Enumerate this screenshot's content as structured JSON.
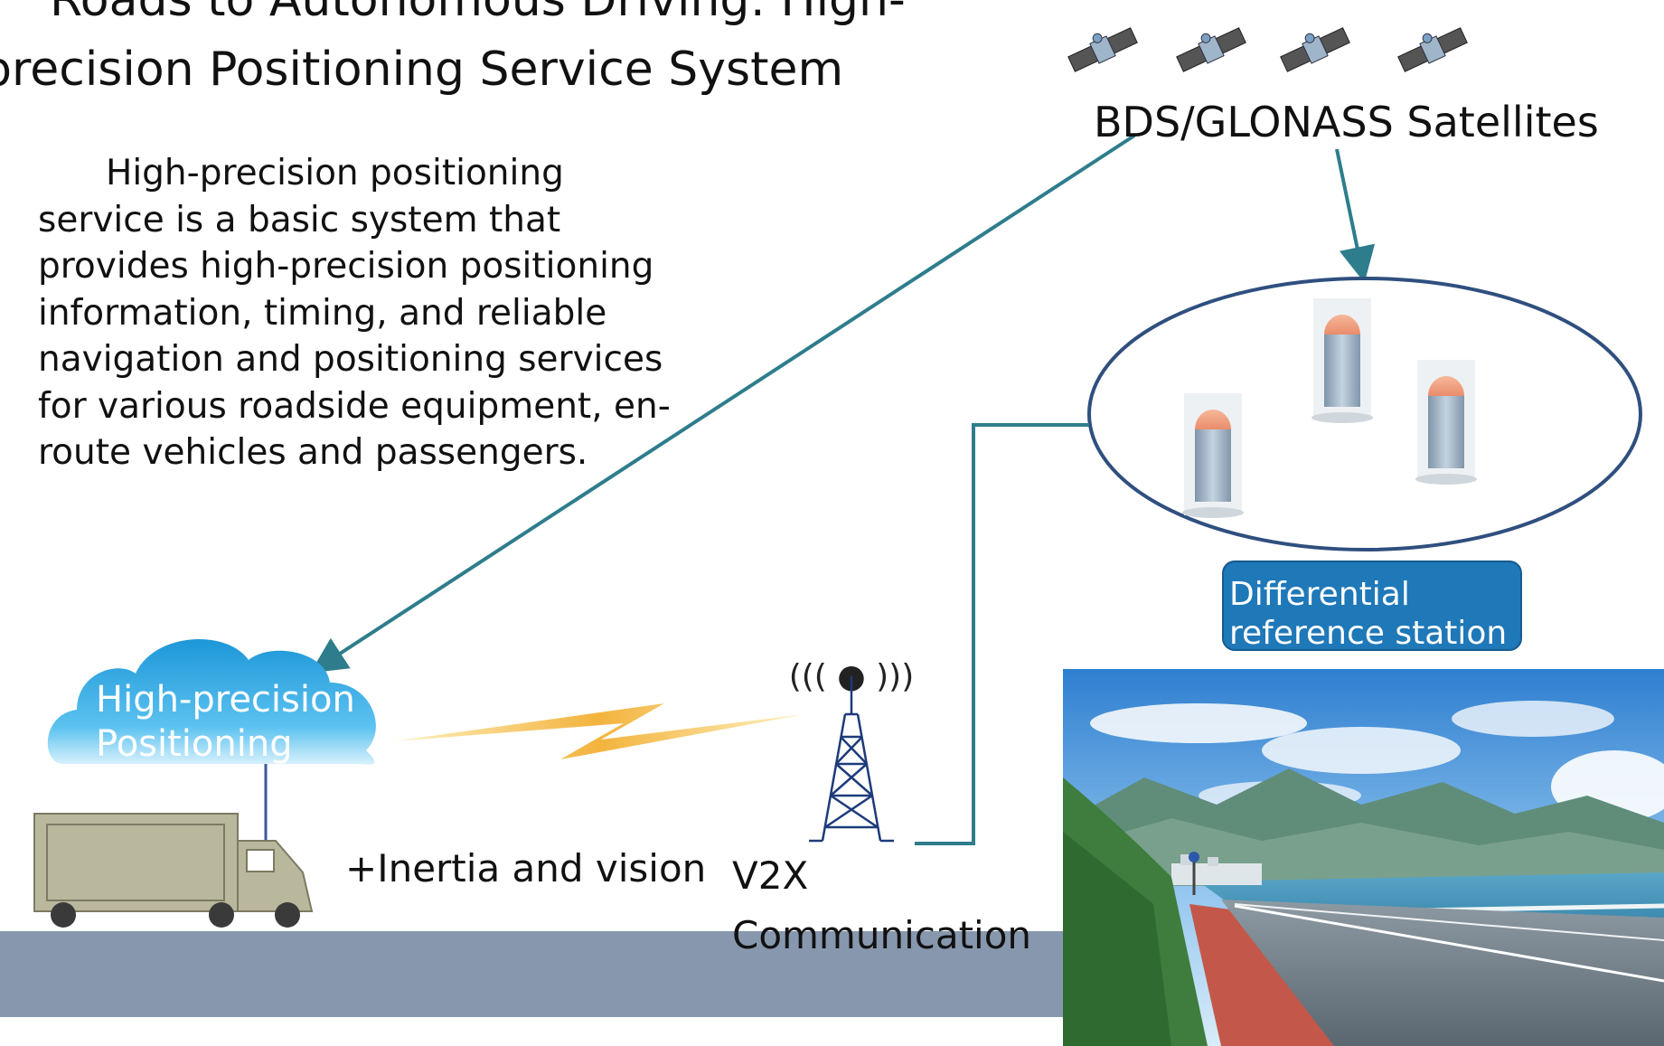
{
  "title": {
    "line1": "Roads to Autonomous Driving: High-",
    "line2": "precision Positioning Service System"
  },
  "description": {
    "lines": [
      "High-precision positioning",
      "service is a basic system that",
      "provides high-precision positioning",
      "information, timing, and reliable",
      "navigation and positioning services",
      "for various roadside equipment, en-",
      "route vehicles and passengers."
    ]
  },
  "satellites": {
    "label": "BDS/GLONASS Satellites",
    "count": 4
  },
  "reference_station": {
    "label_line1": "Differential",
    "label_line2": "reference station"
  },
  "cloud": {
    "line1": "High-precision",
    "line2": "Positioning"
  },
  "vehicle": {
    "caption": "+Inertia and vision"
  },
  "tower": {
    "line1": "V2X",
    "line2": "Communication",
    "signal_glyph": "((( ● )))"
  },
  "colors": {
    "connector": "#2e7d8c",
    "road": "#8797ad",
    "label_box": "#1f78b8",
    "cloud": "#29a3df",
    "lightning": "#f3b33d",
    "truck": "#b9b79c"
  }
}
